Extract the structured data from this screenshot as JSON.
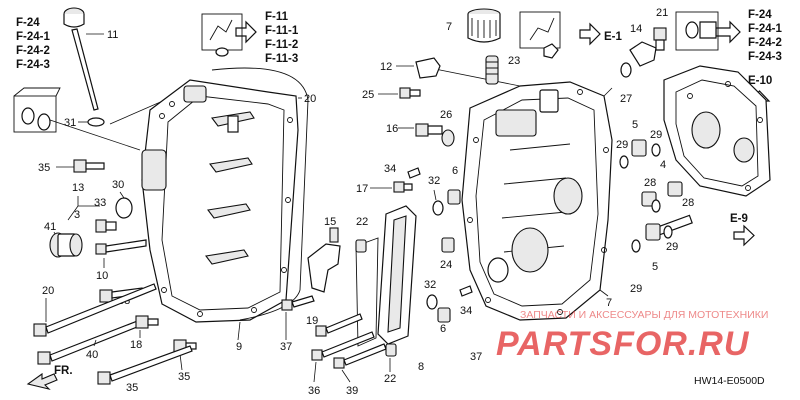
{
  "diagram": {
    "code": "HW14-E0500D",
    "direction": "FR.",
    "watermark": {
      "caption": "ЗАПЧАСТИ И АКСЕССУАРЫ ДЛЯ МОТОТЕХНИКИ",
      "brand": "PARTSFOR.RU"
    },
    "refs": {
      "left_group": [
        "F-24",
        "F-24-1",
        "F-24-2",
        "F-24-3"
      ],
      "mid_group": [
        "F-11",
        "F-11-1",
        "F-11-2",
        "F-11-3"
      ],
      "right_group": [
        "F-24",
        "F-24-1",
        "F-24-2",
        "F-24-3"
      ],
      "e1": "E-1",
      "e10": "E-10",
      "e9": "E-9"
    },
    "parts": [
      {
        "id": "p11",
        "label": "11"
      },
      {
        "id": "p31",
        "label": "31"
      },
      {
        "id": "p35a",
        "label": "35"
      },
      {
        "id": "p13",
        "label": "13"
      },
      {
        "id": "p33",
        "label": "33"
      },
      {
        "id": "p30",
        "label": "30"
      },
      {
        "id": "p3",
        "label": "3"
      },
      {
        "id": "p41",
        "label": "41"
      },
      {
        "id": "p10",
        "label": "10"
      },
      {
        "id": "p38",
        "label": "38"
      },
      {
        "id": "p20a",
        "label": "20"
      },
      {
        "id": "p40",
        "label": "40"
      },
      {
        "id": "p18",
        "label": "18"
      },
      {
        "id": "p35b",
        "label": "35"
      },
      {
        "id": "p35c",
        "label": "35"
      },
      {
        "id": "p20b",
        "label": "20"
      },
      {
        "id": "p9",
        "label": "9"
      },
      {
        "id": "p15",
        "label": "15"
      },
      {
        "id": "p22a",
        "label": "22"
      },
      {
        "id": "p19",
        "label": "19"
      },
      {
        "id": "p37a",
        "label": "37"
      },
      {
        "id": "p36",
        "label": "36"
      },
      {
        "id": "p39",
        "label": "39"
      },
      {
        "id": "p22b",
        "label": "22"
      },
      {
        "id": "p8",
        "label": "8"
      },
      {
        "id": "p7",
        "label": "7"
      },
      {
        "id": "p12",
        "label": "12"
      },
      {
        "id": "p23",
        "label": "23"
      },
      {
        "id": "p25",
        "label": "25"
      },
      {
        "id": "p16",
        "label": "16"
      },
      {
        "id": "p26",
        "label": "26"
      },
      {
        "id": "p34a",
        "label": "34"
      },
      {
        "id": "p17",
        "label": "17"
      },
      {
        "id": "p32a",
        "label": "32"
      },
      {
        "id": "p6a",
        "label": "6"
      },
      {
        "id": "p24",
        "label": "24"
      },
      {
        "id": "p32b",
        "label": "32"
      },
      {
        "id": "p34b",
        "label": "34"
      },
      {
        "id": "p6b",
        "label": "6"
      },
      {
        "id": "p37b",
        "label": "37"
      },
      {
        "id": "p7b",
        "label": "7"
      },
      {
        "id": "p14",
        "label": "14"
      },
      {
        "id": "p21",
        "label": "21"
      },
      {
        "id": "p27",
        "label": "27"
      },
      {
        "id": "p5a",
        "label": "5"
      },
      {
        "id": "p29a",
        "label": "29"
      },
      {
        "id": "p29b",
        "label": "29"
      },
      {
        "id": "p4",
        "label": "4"
      },
      {
        "id": "p28a",
        "label": "28"
      },
      {
        "id": "p28b",
        "label": "28"
      },
      {
        "id": "p29c",
        "label": "29"
      },
      {
        "id": "p5b",
        "label": "5"
      },
      {
        "id": "p29d",
        "label": "29"
      }
    ]
  }
}
